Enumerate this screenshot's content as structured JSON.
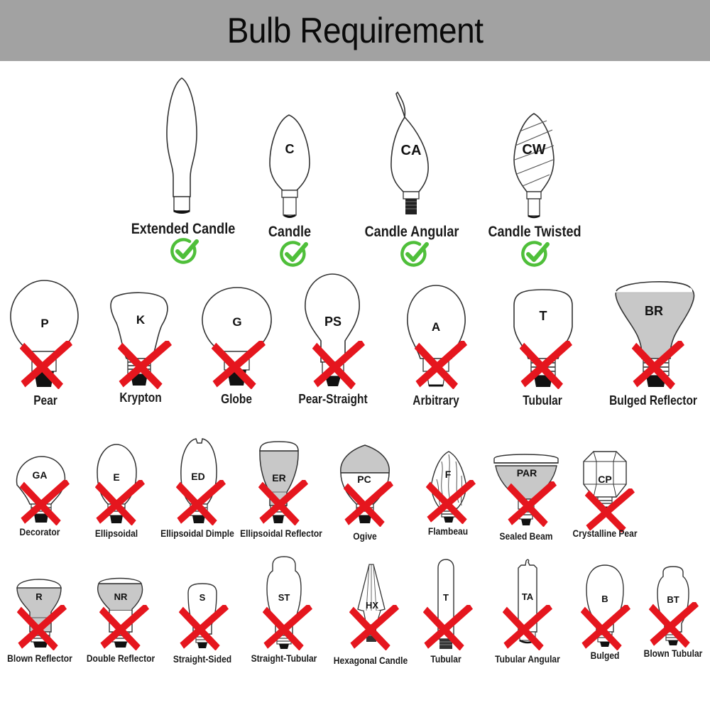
{
  "header": {
    "title": "Bulb Requirement"
  },
  "colors": {
    "banner_bg": "#a2a2a2",
    "accepted_check": "#4fbf3a",
    "rejected_cross": "#e5161e",
    "reflector_fill": "#c8c8c8"
  },
  "accepted": [
    {
      "code": "",
      "name": "Extended Candle",
      "status": "accepted",
      "icon": "check-circle-icon"
    },
    {
      "code": "C",
      "name": "Candle",
      "status": "accepted",
      "icon": "check-circle-icon"
    },
    {
      "code": "CA",
      "name": "Candle Angular",
      "status": "accepted",
      "icon": "check-circle-icon"
    },
    {
      "code": "CW",
      "name": "Candle Twisted",
      "status": "accepted",
      "icon": "check-circle-icon"
    }
  ],
  "rejected_row1": [
    {
      "code": "P",
      "name": "Pear",
      "status": "rejected",
      "icon": "red-x-icon"
    },
    {
      "code": "K",
      "name": "Krypton",
      "status": "rejected",
      "icon": "red-x-icon"
    },
    {
      "code": "G",
      "name": "Globe",
      "status": "rejected",
      "icon": "red-x-icon"
    },
    {
      "code": "PS",
      "name": "Pear-Straight",
      "status": "rejected",
      "icon": "red-x-icon"
    },
    {
      "code": "A",
      "name": "Arbitrary",
      "status": "rejected",
      "icon": "red-x-icon"
    },
    {
      "code": "T",
      "name": "Tubular",
      "status": "rejected",
      "icon": "red-x-icon"
    },
    {
      "code": "BR",
      "name": "Bulged Reflector",
      "status": "rejected",
      "icon": "red-x-icon"
    }
  ],
  "rejected_row2": [
    {
      "code": "GA",
      "name": "Decorator",
      "status": "rejected",
      "icon": "red-x-icon"
    },
    {
      "code": "E",
      "name": "Ellipsoidal",
      "status": "rejected",
      "icon": "red-x-icon"
    },
    {
      "code": "ED",
      "name": "Ellipsoidal Dimple",
      "status": "rejected",
      "icon": "red-x-icon"
    },
    {
      "code": "ER",
      "name": "Ellipsoidal Reflector",
      "status": "rejected",
      "icon": "red-x-icon"
    },
    {
      "code": "PC",
      "name": "Ogive",
      "status": "rejected",
      "icon": "red-x-icon"
    },
    {
      "code": "F",
      "name": "Flambeau",
      "status": "rejected",
      "icon": "red-x-icon"
    },
    {
      "code": "PAR",
      "name": "Sealed Beam",
      "status": "rejected",
      "icon": "red-x-icon"
    },
    {
      "code": "CP",
      "name": "Crystalline Pear",
      "status": "rejected",
      "icon": "red-x-icon"
    }
  ],
  "rejected_row3": [
    {
      "code": "R",
      "name": "Blown Reflector",
      "status": "rejected",
      "icon": "red-x-icon"
    },
    {
      "code": "NR",
      "name": "Double Reflector",
      "status": "rejected",
      "icon": "red-x-icon"
    },
    {
      "code": "S",
      "name": "Straight-Sided",
      "status": "rejected",
      "icon": "red-x-icon"
    },
    {
      "code": "ST",
      "name": "Straight-Tubular",
      "status": "rejected",
      "icon": "red-x-icon"
    },
    {
      "code": "HX",
      "name": "Hexagonal Candle",
      "status": "rejected",
      "icon": "red-x-icon"
    },
    {
      "code": "T",
      "name": "Tubular",
      "status": "rejected",
      "icon": "red-x-icon"
    },
    {
      "code": "TA",
      "name": "Tubular Angular",
      "status": "rejected",
      "icon": "red-x-icon"
    },
    {
      "code": "B",
      "name": "Bulged",
      "status": "rejected",
      "icon": "red-x-icon"
    },
    {
      "code": "BT",
      "name": "Blown Tubular",
      "status": "rejected",
      "icon": "red-x-icon"
    }
  ]
}
